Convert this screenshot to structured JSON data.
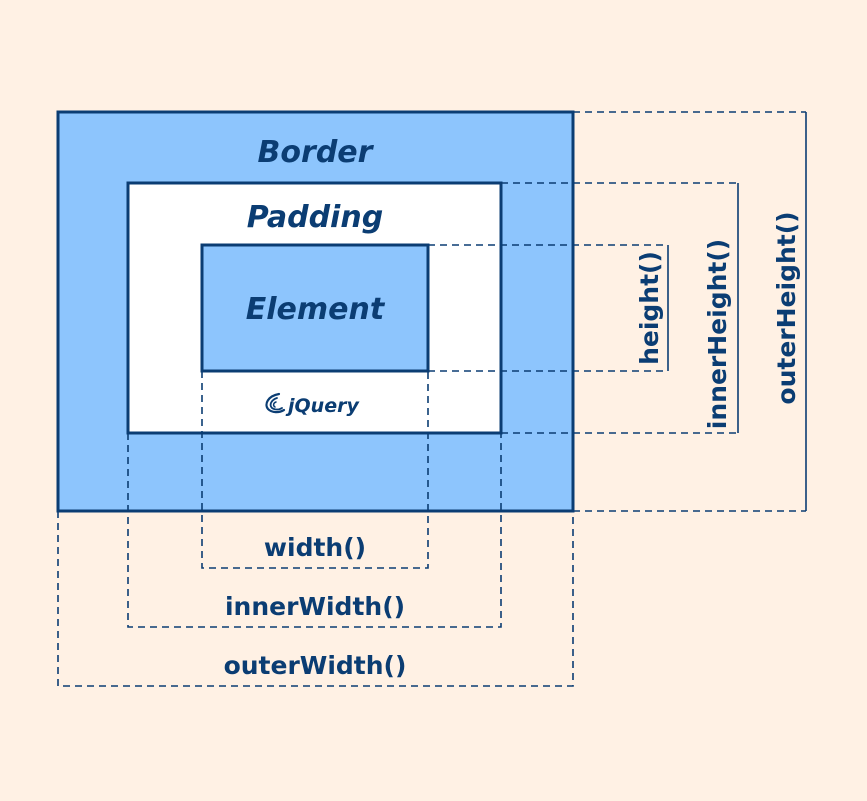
{
  "colors": {
    "background": "#fff1e4",
    "box_fill": "#8dc5fd",
    "padding_fill": "#ffffff",
    "stroke": "#0b3d73",
    "text": "#0b3d73"
  },
  "boxes": {
    "border_label": "Border",
    "padding_label": "Padding",
    "element_label": "Element"
  },
  "logo": {
    "text": "jQuery",
    "icon": "jquery-swirl-icon"
  },
  "dimensions": {
    "width": "width()",
    "inner_width": "innerWidth()",
    "outer_width": "outerWidth()",
    "height": "height()",
    "inner_height": "innerHeight()",
    "outer_height": "outerHeight()"
  }
}
